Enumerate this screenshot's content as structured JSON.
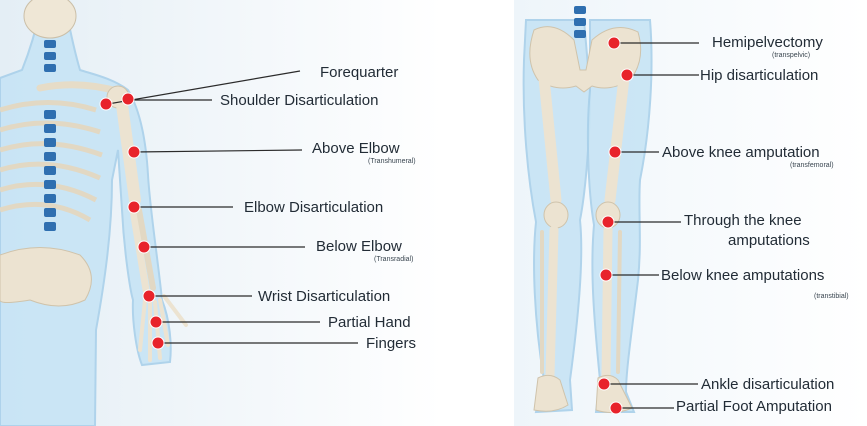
{
  "upper_limb": {
    "labels": {
      "forequarter": "Forequarter",
      "shoulder": "Shoulder Disarticulation",
      "above_elbow": "Above Elbow",
      "above_elbow_sub": "(Transhumeral)",
      "elbow": "Elbow Disarticulation",
      "below_elbow": "Below Elbow",
      "below_elbow_sub": "(Transradial)",
      "wrist": "Wrist Disarticulation",
      "partial_hand": "Partial Hand",
      "fingers": "Fingers"
    }
  },
  "lower_limb": {
    "labels": {
      "hemipelvectomy": "Hemipelvectomy",
      "hemipelvectomy_sub": "(transpelvic)",
      "hip": "Hip disarticulation",
      "above_knee": "Above knee amputation",
      "above_knee_sub": "(transfemoral)",
      "through_knee_1": "Through the knee",
      "through_knee_2": "amputations",
      "below_knee": "Below knee amputations",
      "below_knee_sub": "(transtibial)",
      "ankle": "Ankle disarticulation",
      "partial_foot": "Partial Foot Amputation"
    }
  },
  "colors": {
    "marker": "#e8232b",
    "leader_line": "#2b2b2b",
    "skin": "#bfe0f3",
    "bone": "#efe7d6",
    "spine": "#2f6fb0"
  }
}
